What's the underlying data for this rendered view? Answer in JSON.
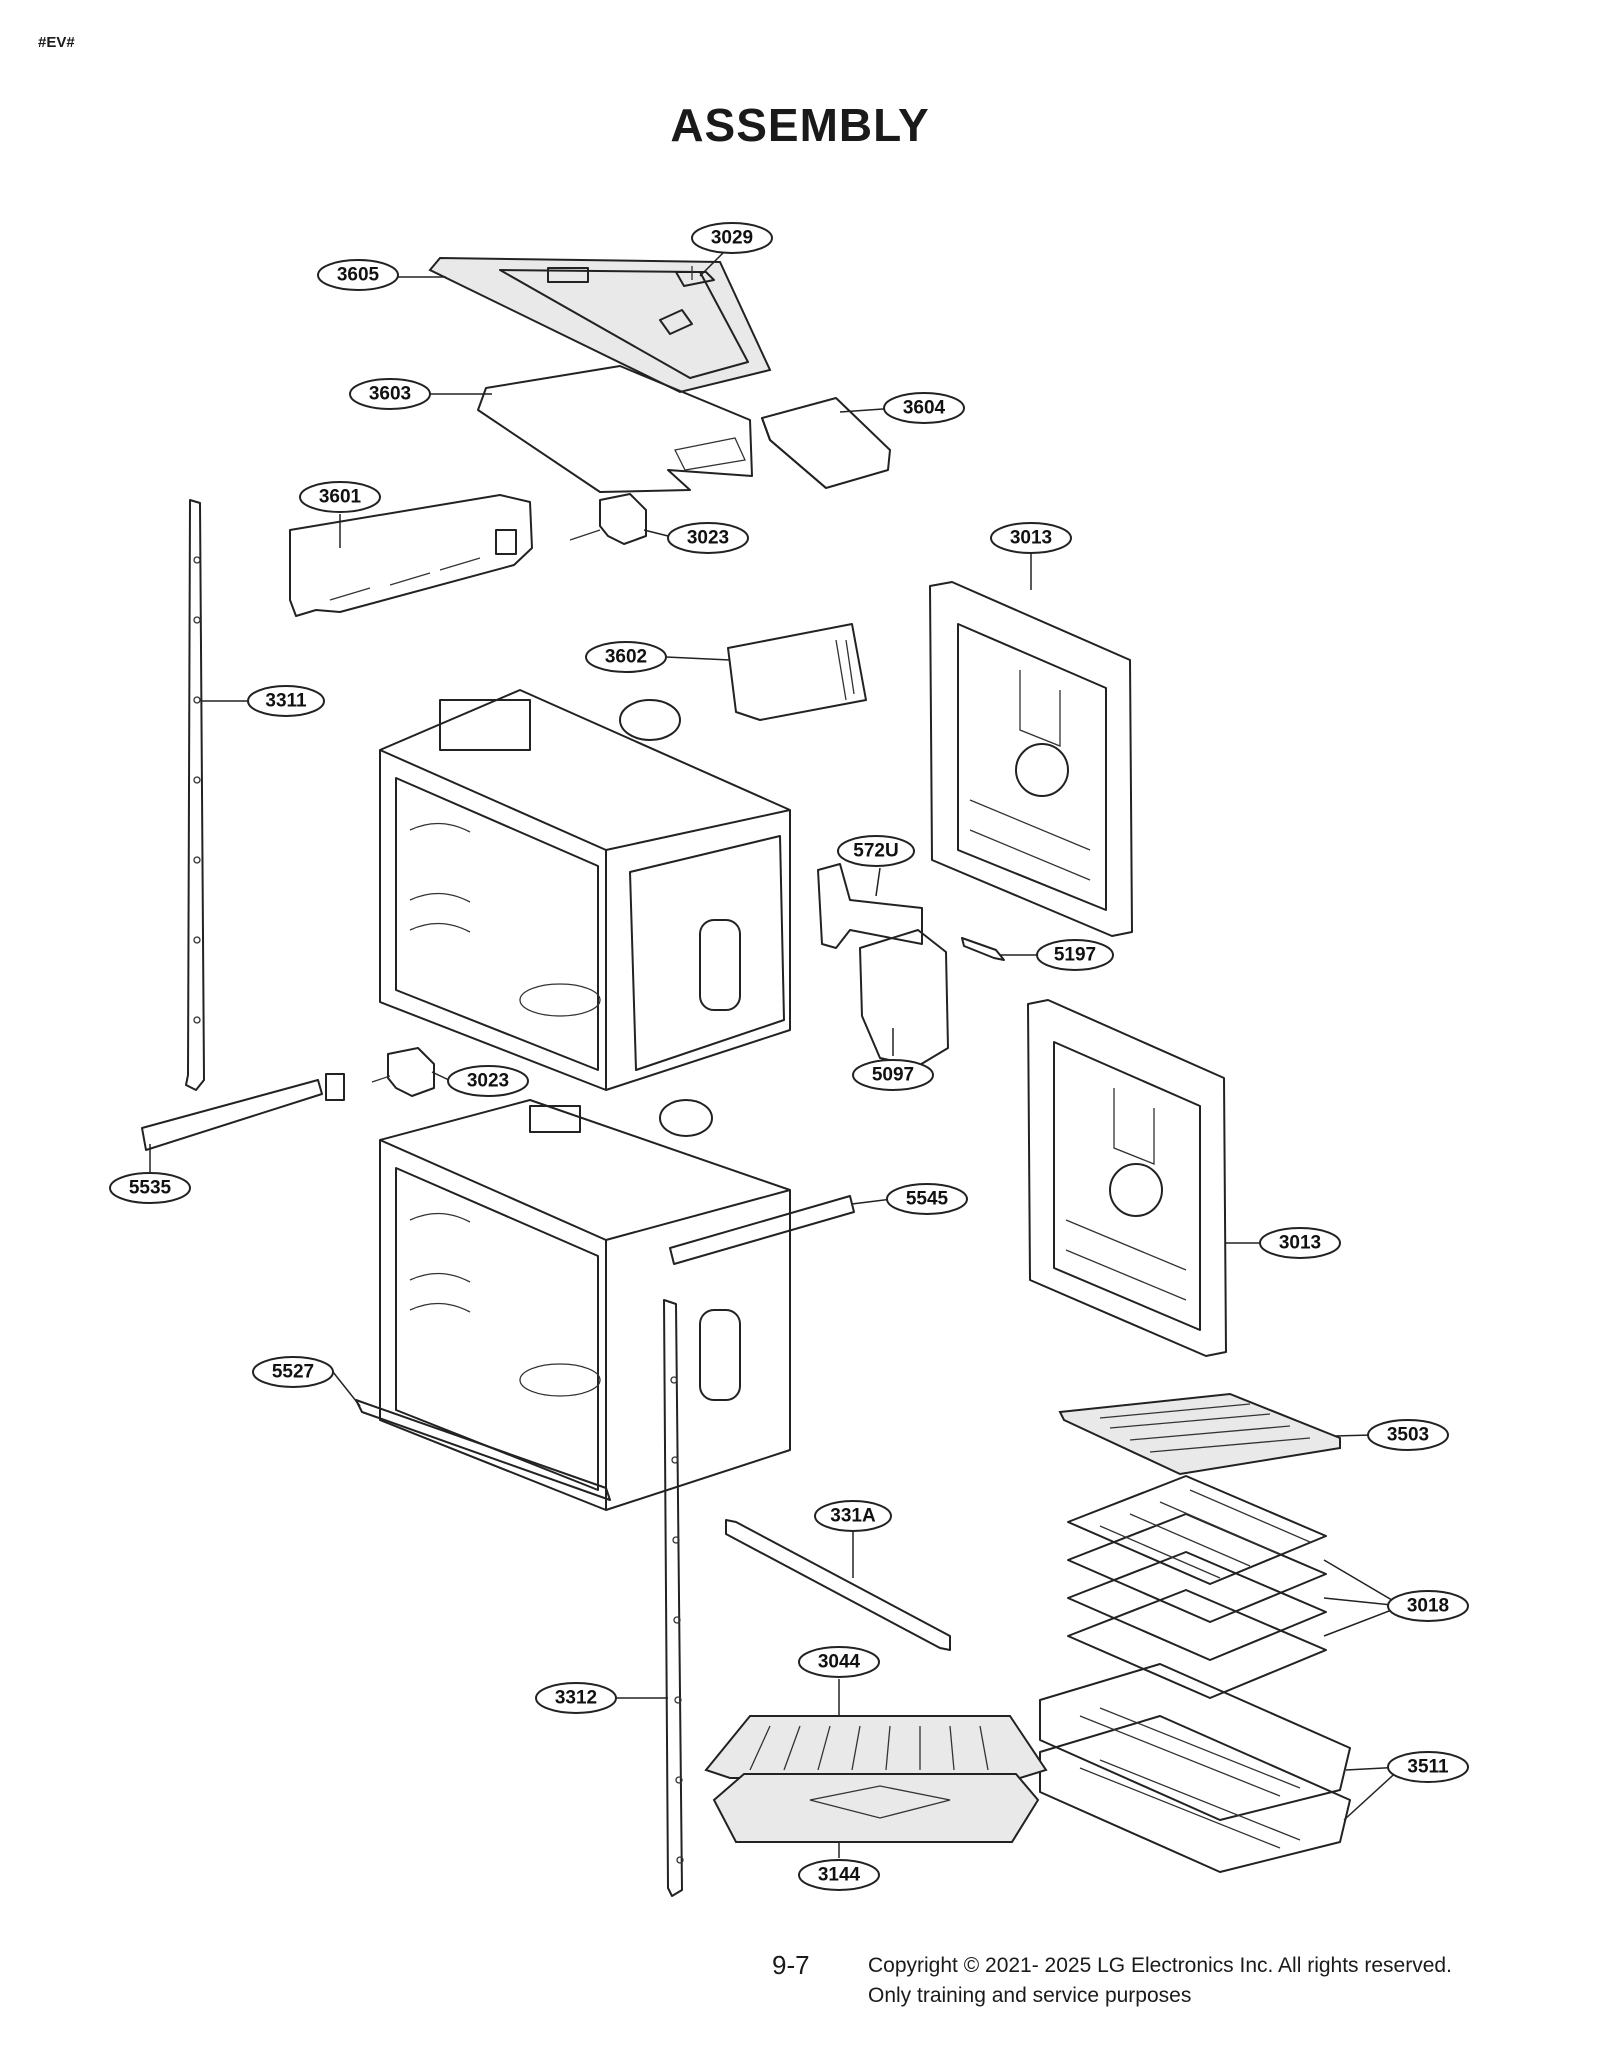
{
  "header": {
    "tag": "#EV#",
    "title": "ASSEMBLY"
  },
  "footer": {
    "page_number": "9-7",
    "copyright_line1": "Copyright © 2021- 2025 LG Electronics Inc. All rights reserved.",
    "copyright_line2": "Only training and service purposes"
  },
  "callouts": [
    {
      "id": "3029"
    },
    {
      "id": "3605"
    },
    {
      "id": "3603"
    },
    {
      "id": "3604"
    },
    {
      "id": "3601"
    },
    {
      "id": "3023"
    },
    {
      "id": "3013"
    },
    {
      "id": "3602"
    },
    {
      "id": "3311"
    },
    {
      "id": "572U"
    },
    {
      "id": "5197"
    },
    {
      "id": "5097"
    },
    {
      "id": "3023"
    },
    {
      "id": "5535"
    },
    {
      "id": "5545"
    },
    {
      "id": "3013"
    },
    {
      "id": "5527"
    },
    {
      "id": "3503"
    },
    {
      "id": "331A"
    },
    {
      "id": "3018"
    },
    {
      "id": "3044"
    },
    {
      "id": "3312"
    },
    {
      "id": "3511"
    },
    {
      "id": "3144"
    }
  ]
}
